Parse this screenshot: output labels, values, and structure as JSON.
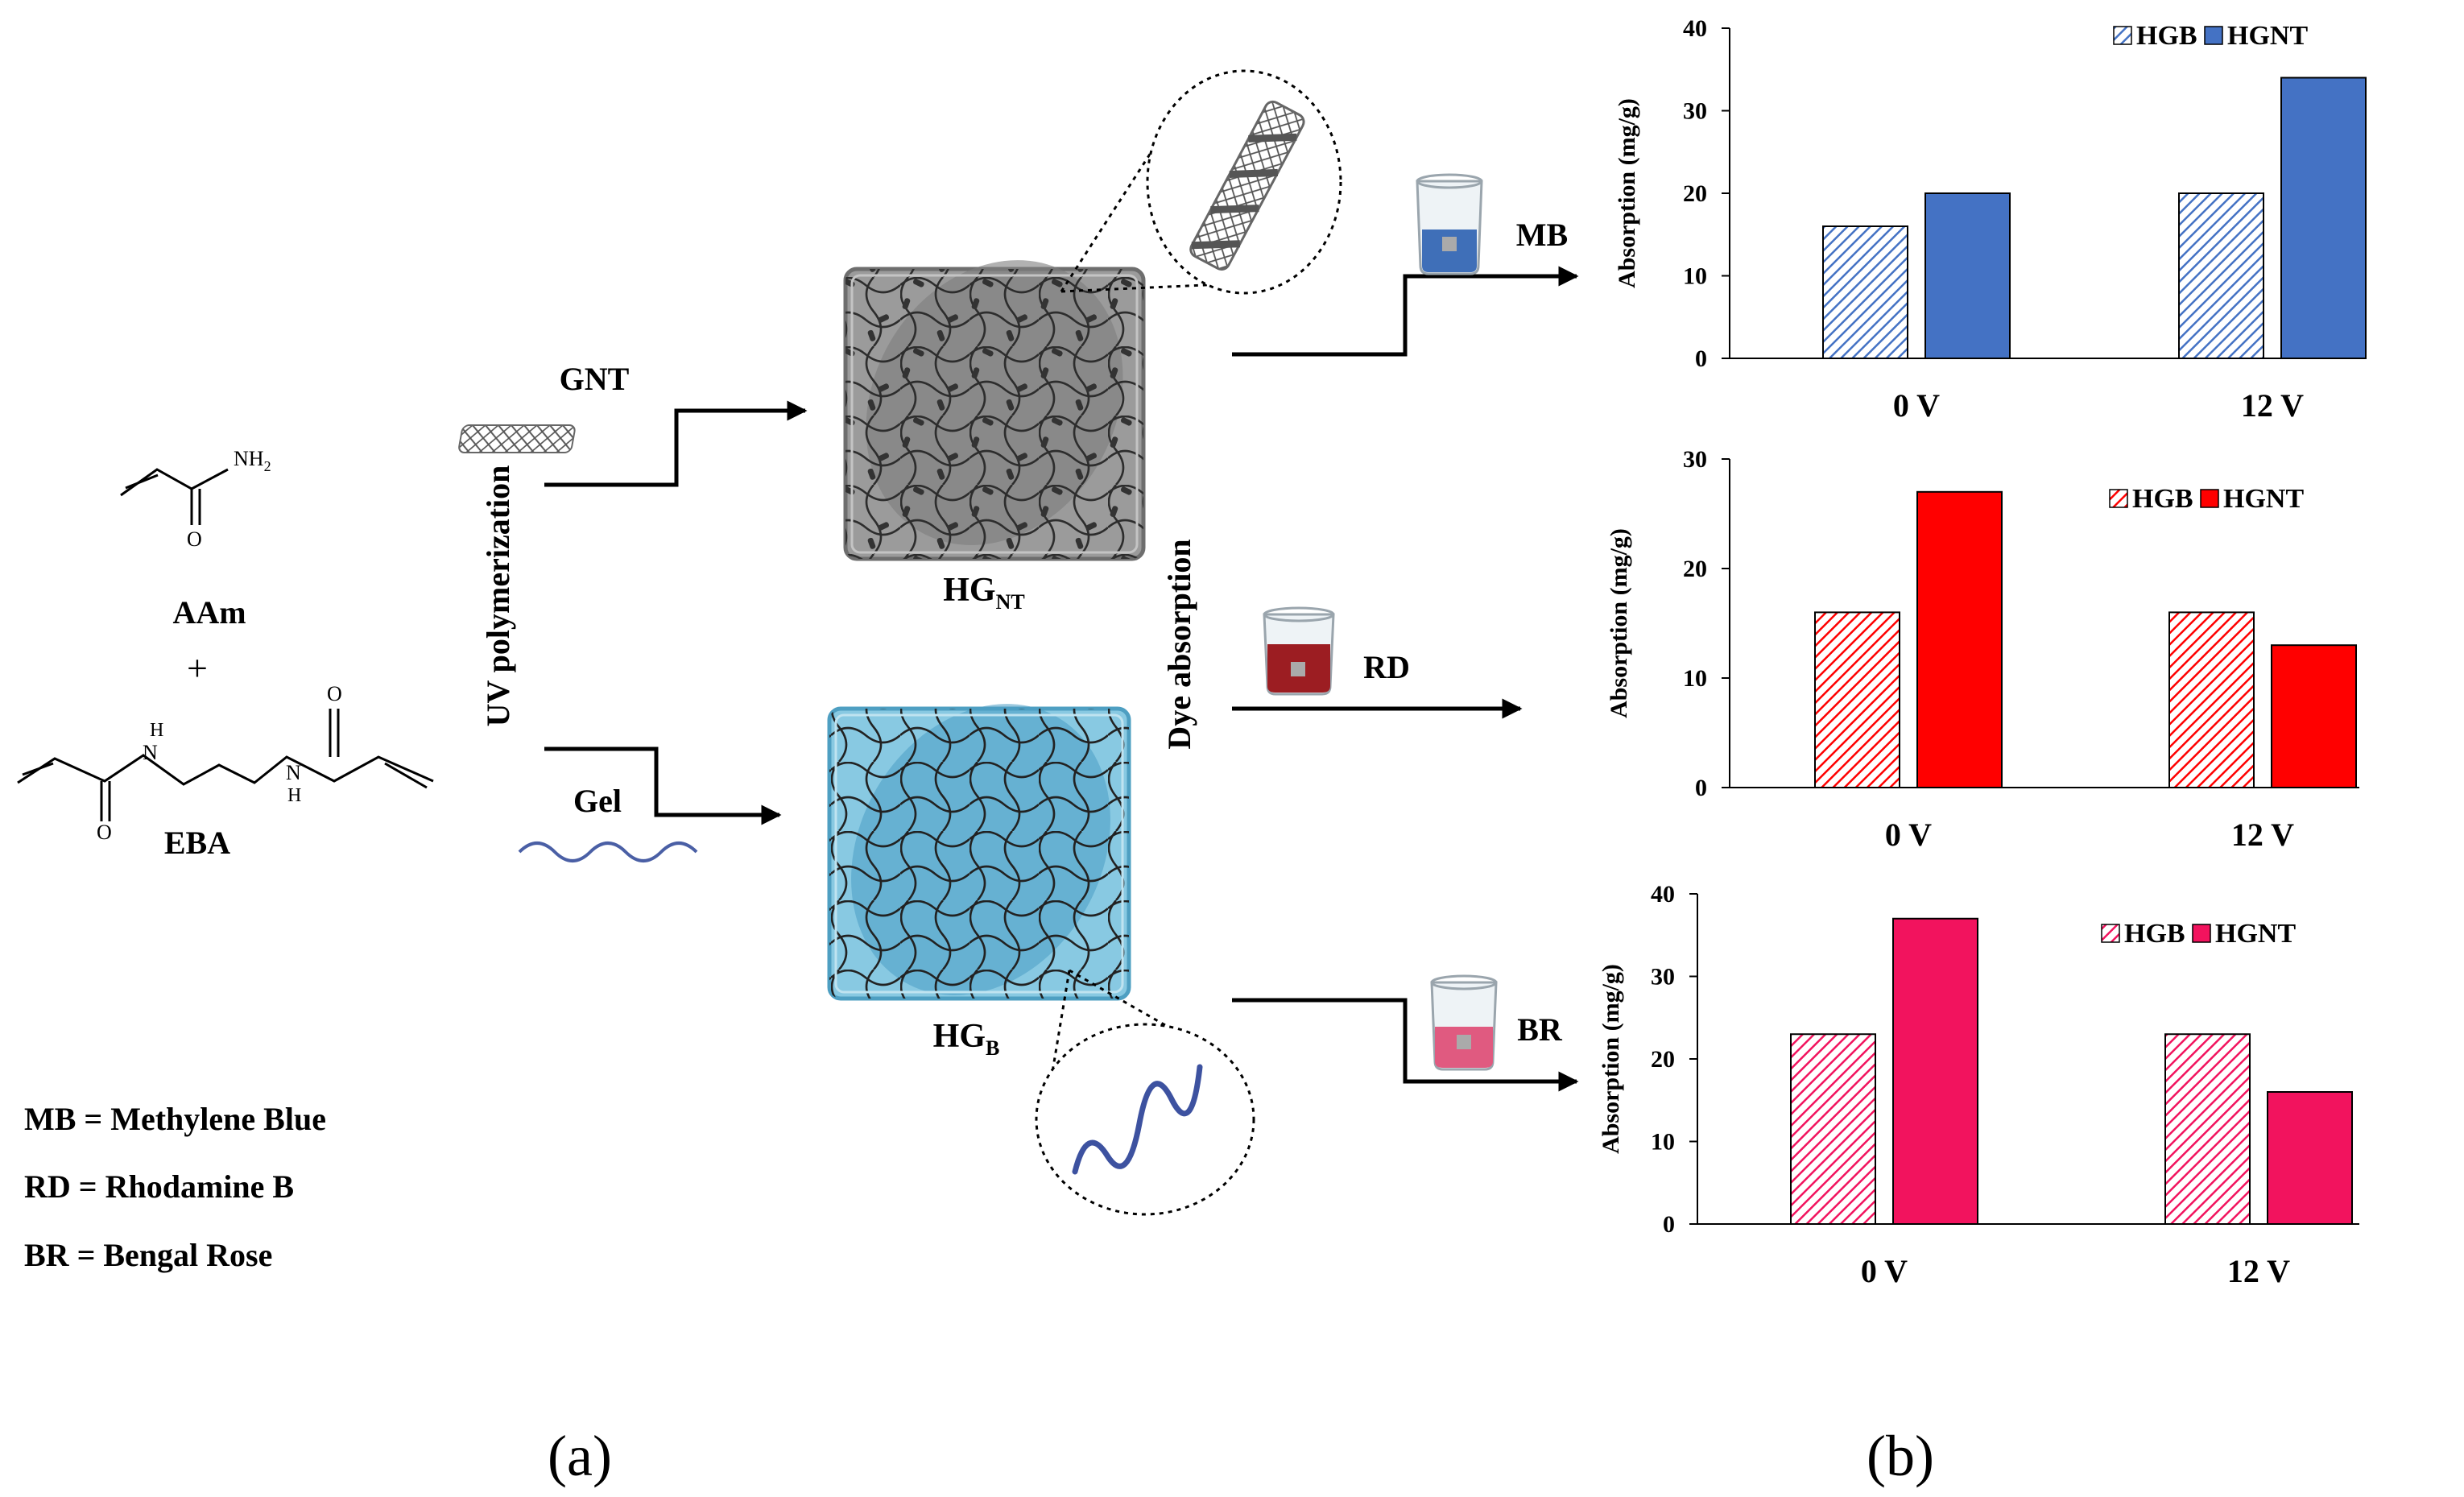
{
  "scheme": {
    "monomer1": {
      "name": "AAm",
      "nh2": "NH",
      "nh2_sub": "2",
      "o": "O"
    },
    "plus": "+",
    "monomer2": {
      "name": "EBA",
      "h1": "H",
      "n1": "N",
      "h2": "H",
      "n2": "N",
      "o1": "O",
      "o2": "O"
    },
    "uv_label": "UV polymerization",
    "gnt_label": "GNT",
    "gel_label": "Gel",
    "hgnt": {
      "main": "HG",
      "sub": "NT"
    },
    "hgb": {
      "main": "HG",
      "sub": "B"
    },
    "dye_label": "Dye absorption",
    "beakers": [
      "MB",
      "RD",
      "BR"
    ],
    "legend": [
      "MB = Methylene Blue",
      "RD = Rhodamine  B",
      "BR = Bengal Rose"
    ],
    "panel_a": "(a)",
    "panel_b": "(b)"
  },
  "colors": {
    "mb": "#4472C4",
    "rd": "#FF0000",
    "br": "#F2135E",
    "hgnt_gel": "#9a9a9a",
    "hgb_gel": "#7fc3dc"
  },
  "chart_data": [
    {
      "type": "bar",
      "categories": [
        "0 V",
        "12 V"
      ],
      "series": [
        {
          "name": "HGB",
          "values": [
            16,
            20
          ],
          "pattern": "hatched"
        },
        {
          "name": "HGNT",
          "values": [
            20,
            34
          ],
          "pattern": "solid"
        }
      ],
      "ylabel": "Absorption (mg/g)",
      "ylim": [
        0,
        40
      ],
      "yticks": [
        0,
        10,
        20,
        30,
        40
      ],
      "color": "#4472C4",
      "legend": "top-right"
    },
    {
      "type": "bar",
      "categories": [
        "0 V",
        "12 V"
      ],
      "series": [
        {
          "name": "HGB",
          "values": [
            16,
            16
          ],
          "pattern": "hatched"
        },
        {
          "name": "HGNT",
          "values": [
            27,
            13
          ],
          "pattern": "solid"
        }
      ],
      "ylabel": "Absorption (mg/g)",
      "ylim": [
        0,
        30
      ],
      "yticks": [
        0,
        10,
        20,
        30
      ],
      "color": "#FF0000",
      "legend": "top-right"
    },
    {
      "type": "bar",
      "categories": [
        "0 V",
        "12 V"
      ],
      "series": [
        {
          "name": "HGB",
          "values": [
            23,
            23
          ],
          "pattern": "hatched"
        },
        {
          "name": "HGNT",
          "values": [
            37,
            16
          ],
          "pattern": "solid"
        }
      ],
      "ylabel": "Absorption (mg/g)",
      "ylim": [
        0,
        40
      ],
      "yticks": [
        0,
        10,
        20,
        30,
        40
      ],
      "color": "#F2135E",
      "legend": "top-right"
    }
  ]
}
